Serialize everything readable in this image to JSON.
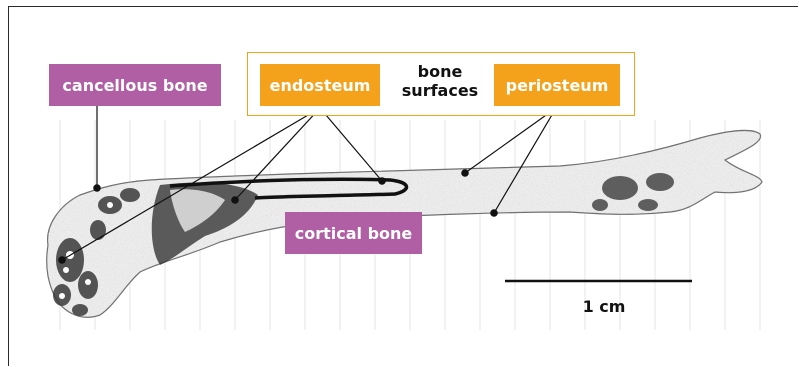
{
  "labels": {
    "cancellous_bone": "cancellous bone",
    "endosteum": "endosteum",
    "bone_surfaces_line1": "bone",
    "bone_surfaces_line2": "surfaces",
    "periosteum": "periosteum",
    "cortical_bone": "cortical bone"
  },
  "scale_bar": {
    "label": "1 cm"
  },
  "colors": {
    "purple_label": "#b05fa4",
    "orange_label": "#f4a11b",
    "leader_line": "#111111"
  }
}
